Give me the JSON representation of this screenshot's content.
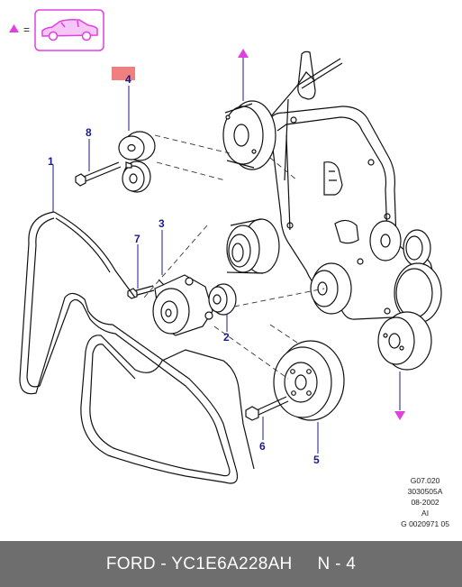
{
  "legend": {
    "equals": "=",
    "colors": {
      "marker": "#e040e0",
      "vehicle": "#e040e0",
      "highlight": "#f08080",
      "callout": "#1a1a8c"
    }
  },
  "callouts": [
    {
      "id": "1",
      "label": "1"
    },
    {
      "id": "2",
      "label": "2"
    },
    {
      "id": "3",
      "label": "3"
    },
    {
      "id": "4",
      "label": "4"
    },
    {
      "id": "5",
      "label": "5"
    },
    {
      "id": "6",
      "label": "6"
    },
    {
      "id": "7",
      "label": "7"
    },
    {
      "id": "8",
      "label": "8"
    }
  ],
  "reference": {
    "line1": "G07.020",
    "line2": "3030505A",
    "line3": "08-2002",
    "line4": "AI",
    "line5": "G 0020971 05"
  },
  "footer": {
    "brand_part": "FORD - YC1E6A228AH",
    "position": "N - 4"
  }
}
